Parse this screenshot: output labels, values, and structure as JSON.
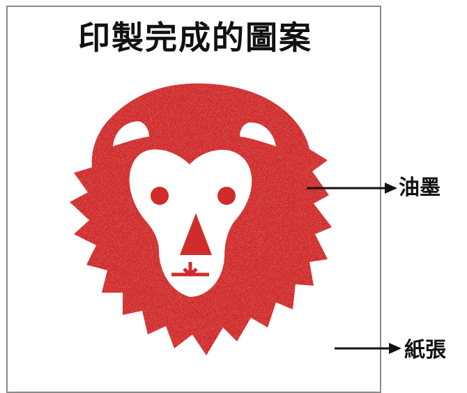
{
  "title": "印製完成的圖案",
  "labels": {
    "ink": "油墨",
    "paper": "紙張"
  },
  "colors": {
    "ink_red": "#d12c2c",
    "paper_white": "#ffffff",
    "frame": "#8a8a8a"
  },
  "icon": "lion-head-icon"
}
